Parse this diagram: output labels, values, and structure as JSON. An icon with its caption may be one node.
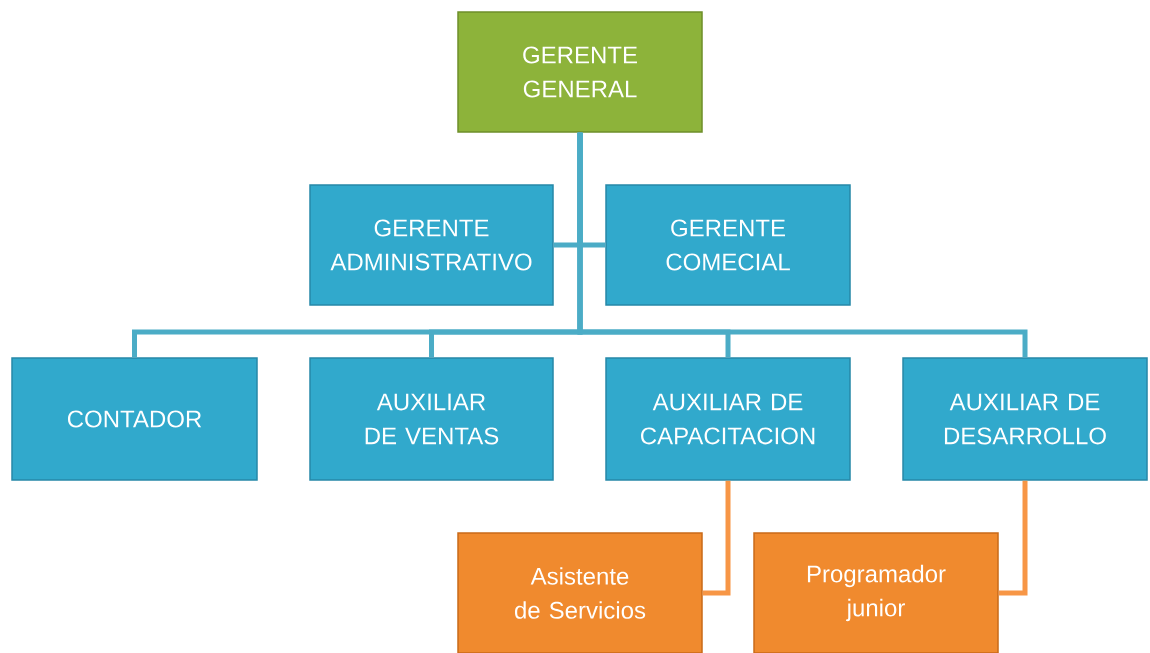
{
  "diagram": {
    "nodes": [
      {
        "text": [
          "GERENTE GENERAL"
        ]
      },
      {
        "text": [
          "GERENTE ADMINISTRATIVO"
        ]
      },
      {
        "text": [
          "GERENTE COMECIAL"
        ]
      },
      {
        "text": [
          "CONTADOR"
        ]
      },
      {
        "text": [
          "AUXILIAR DE VENTAS"
        ]
      },
      {
        "text": [
          "AUXILIAR DE CAPACITACION"
        ]
      },
      {
        "text": [
          "AUXILIAR DE DESARROLLO"
        ]
      },
      {
        "text": [
          "Asistente de Servicios"
        ]
      },
      {
        "text": [
          "Programador junior"
        ]
      }
    ],
    "edges": [
      {
        "from": 0,
        "to": 1,
        "arrow": "none"
      },
      {
        "from": 0,
        "to": 2,
        "arrow": "none"
      },
      {
        "from": 0,
        "to": 3,
        "arrow": "none"
      },
      {
        "from": 0,
        "to": 4,
        "arrow": "none"
      },
      {
        "from": 0,
        "to": 5,
        "arrow": "none"
      },
      {
        "from": 0,
        "to": 6,
        "arrow": "none"
      },
      {
        "from": 5,
        "to": 7,
        "arrow": "none",
        "color": "#f79646"
      },
      {
        "from": 6,
        "to": 8,
        "arrow": "none",
        "color": "#f79646"
      }
    ]
  }
}
